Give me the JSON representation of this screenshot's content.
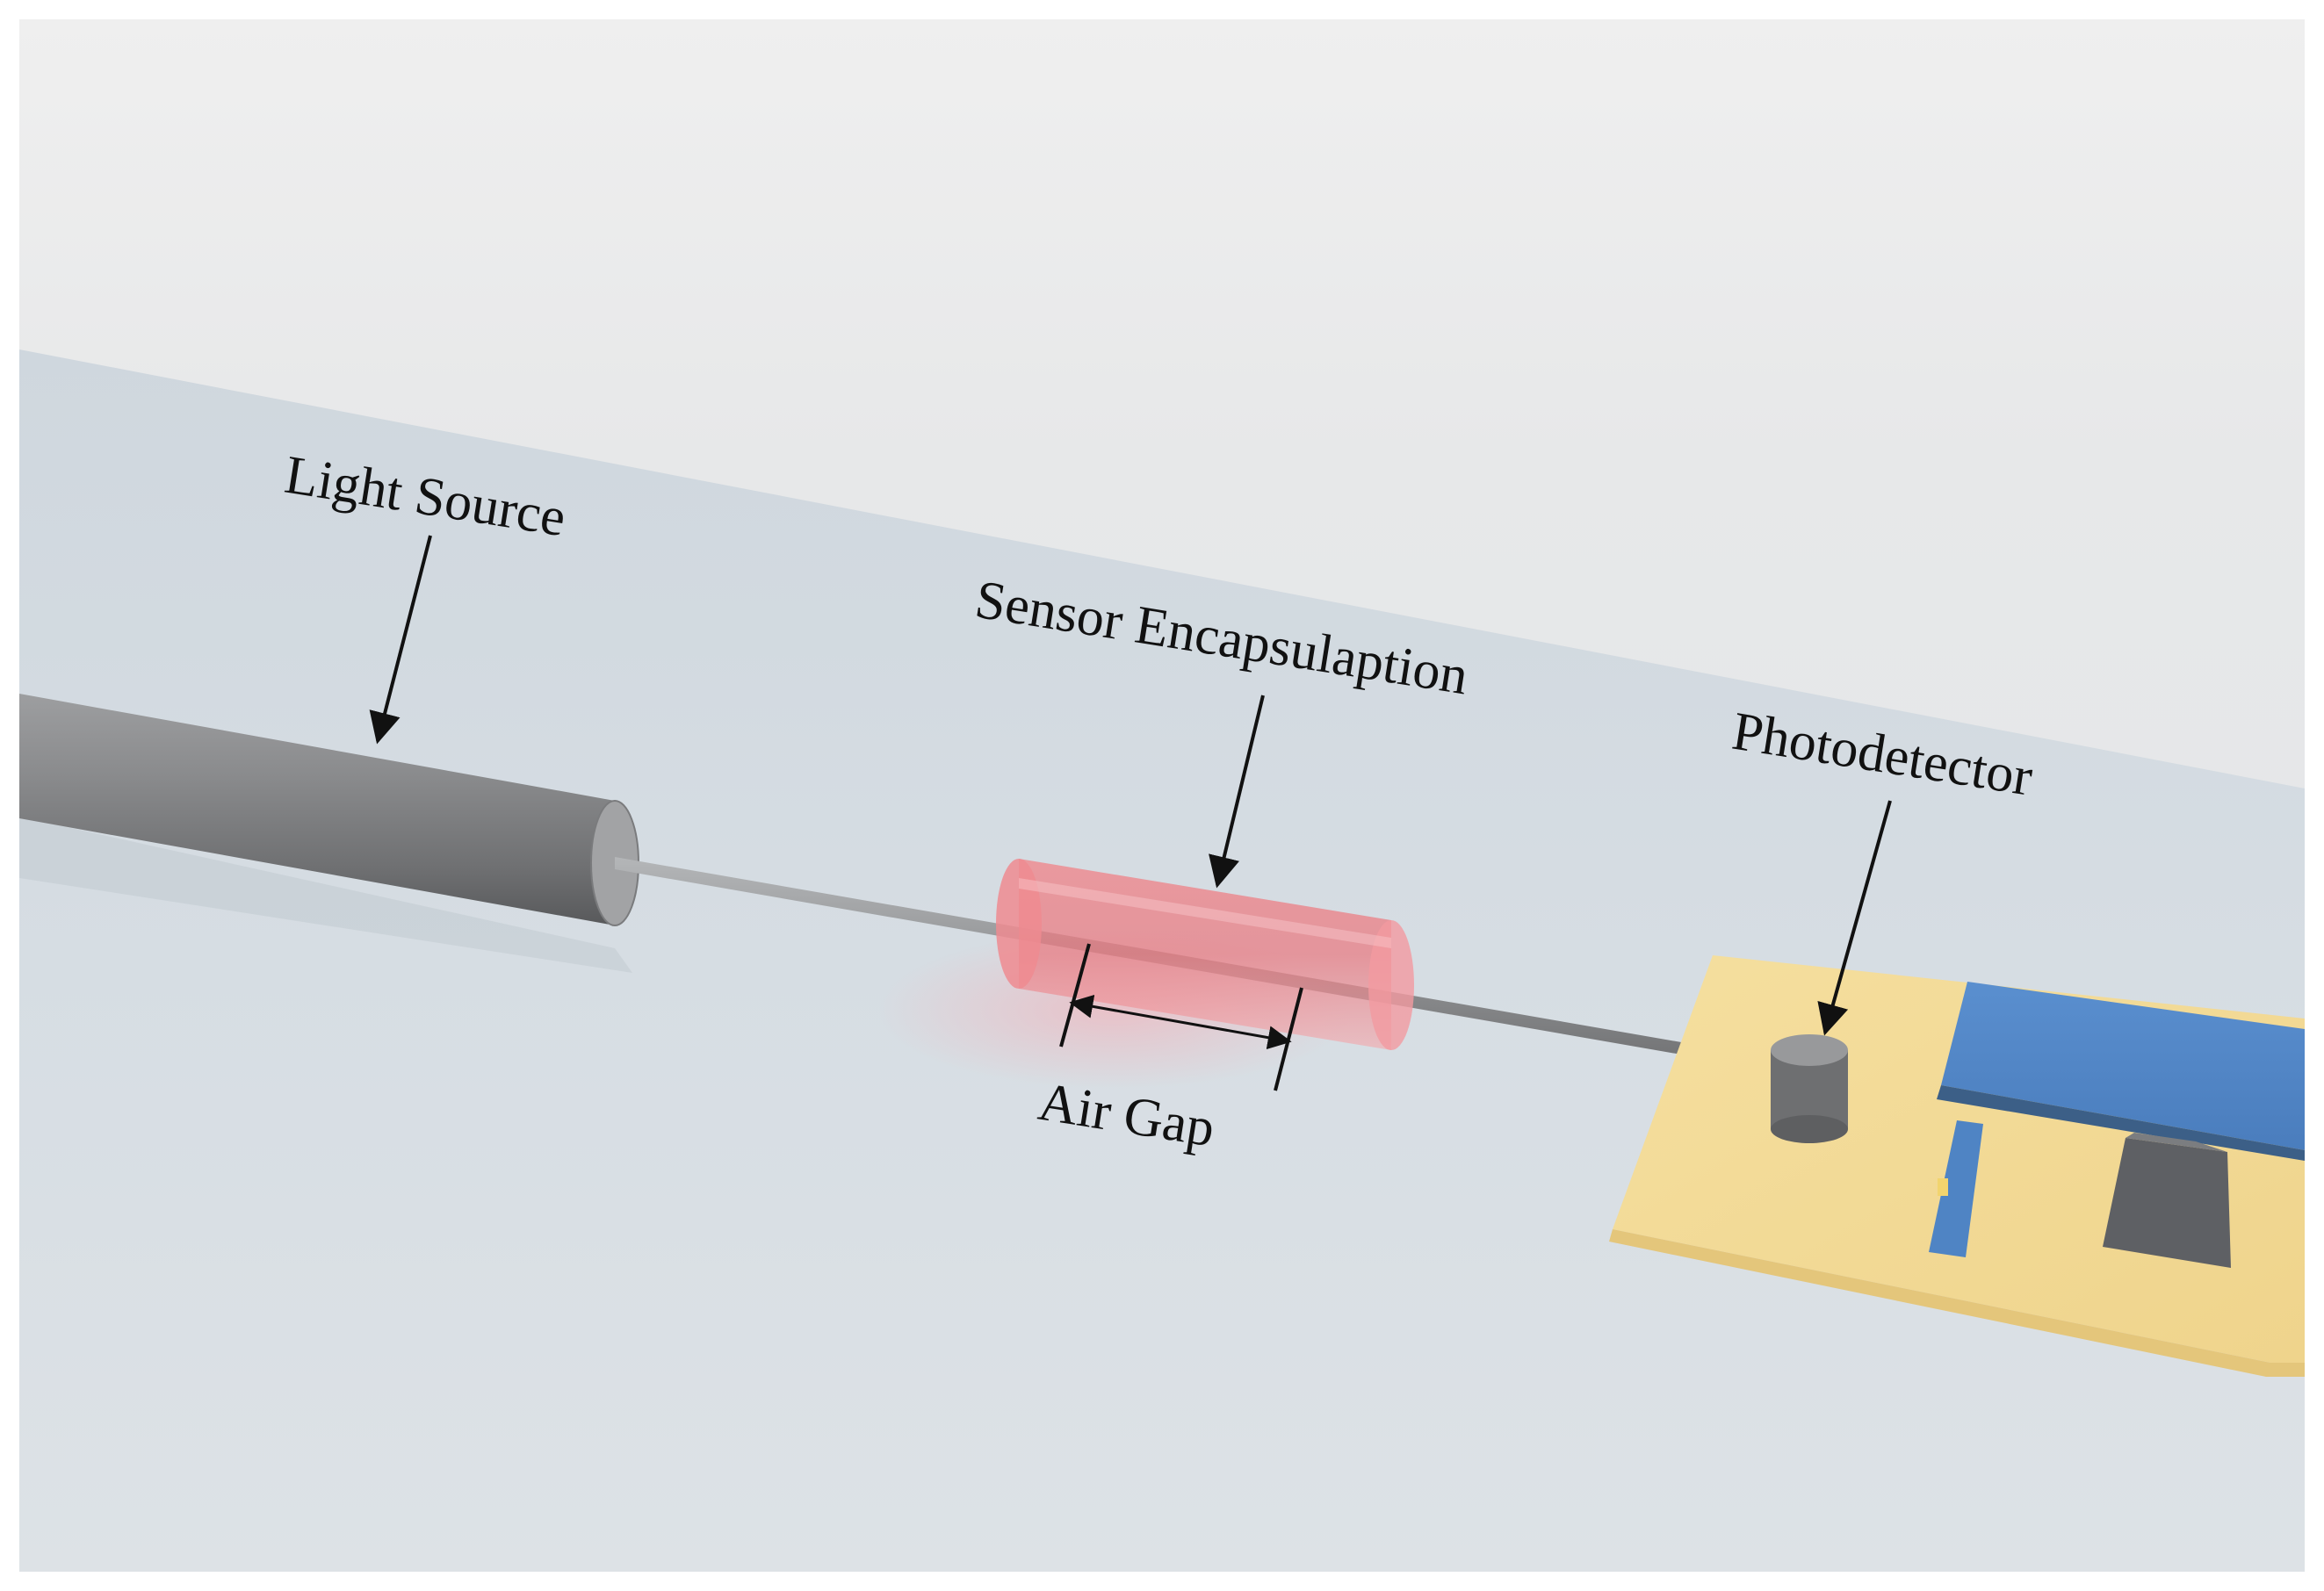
{
  "labels": {
    "light_source": "Light Source",
    "sensor_encapsulation": "Sensor Encapsulaption",
    "air_gap": "Air Gap",
    "photodetector": "Photodetector"
  },
  "colors": {
    "backdrop_top": "#ebebeb",
    "floor": "#d2dbe2",
    "metal": "#8d8e90",
    "encapsulation": "#e9797f",
    "board": "#f3d995",
    "blue_component": "#4f84c4",
    "dark_component": "#5e6064"
  }
}
